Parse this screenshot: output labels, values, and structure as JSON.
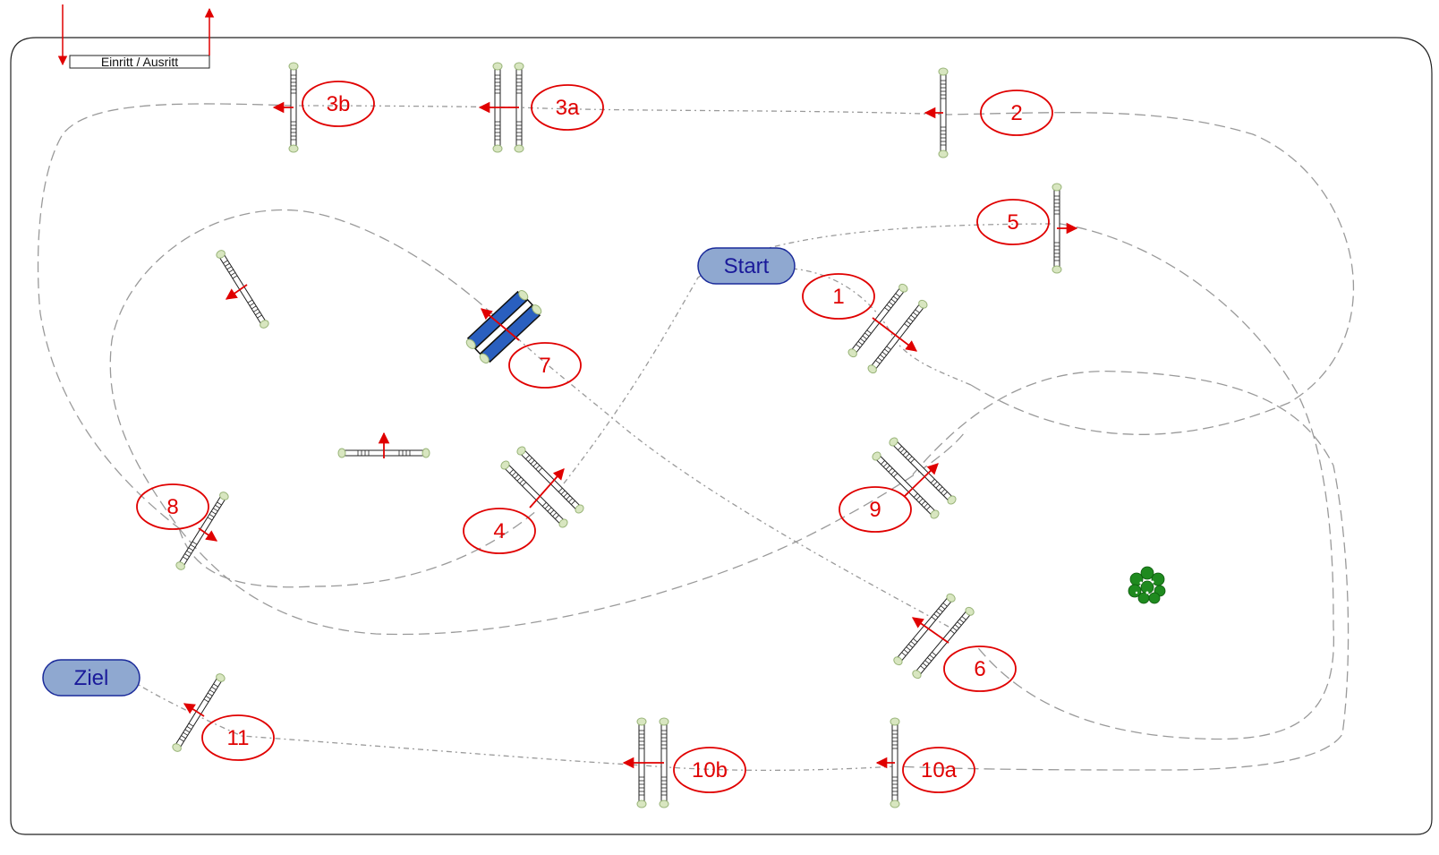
{
  "entrance": {
    "label": "Einritt / Ausritt",
    "arrow_color": "#e00000"
  },
  "start": {
    "label": "Start"
  },
  "finish": {
    "label": "Ziel"
  },
  "obstacle_labels": {
    "o1": "1",
    "o2": "2",
    "o3a": "3a",
    "o3b": "3b",
    "o4": "4",
    "o5": "5",
    "o6": "6",
    "o7": "7",
    "o8": "8",
    "o9": "9",
    "o10a": "10a",
    "o10b": "10b",
    "o11": "11"
  },
  "colors": {
    "number_circle": "#e00000",
    "start_fill": "#8fa8d0",
    "start_stroke": "#1a2a9a",
    "start_text": "#1a1a9a",
    "route_line": "#9a9a9a",
    "water_fill": "#2a5fbf",
    "tree_fill": "#1f8a1f",
    "standard_fill": "#d8e6c0"
  },
  "icons": {
    "direction_arrow": "red-arrow",
    "tree": "tree-icon",
    "water_jump": "water-jump-icon"
  }
}
